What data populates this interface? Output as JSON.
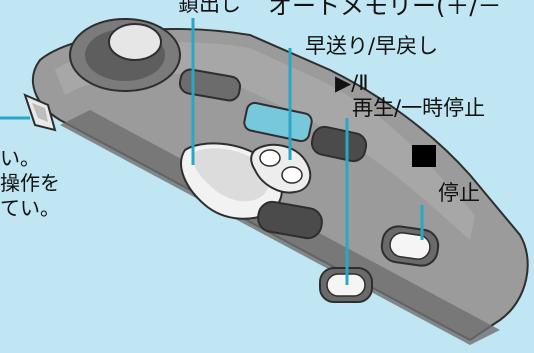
{
  "labels": {
    "top_left_partial": "鎖出し",
    "auto_memory": "オートメモリー(＋/－",
    "ff_rew": "早送り/早戻し",
    "play_pause_icon": "▶/Ⅱ",
    "play_pause": "再生/一時停止",
    "stop": "停止"
  },
  "left_fragment": {
    "line1": "い。",
    "line2": "操作を",
    "line3": "てい。"
  },
  "colors": {
    "background": "#BFE6F2",
    "remote_body": "#8F8F8F",
    "remote_dark": "#4B4B4B",
    "accent_button": "#78C8DC",
    "leader_line": "#2AA7C6"
  },
  "icons": {
    "stop_square": "stop-square-icon",
    "play_pause": "play-pause-icon"
  }
}
